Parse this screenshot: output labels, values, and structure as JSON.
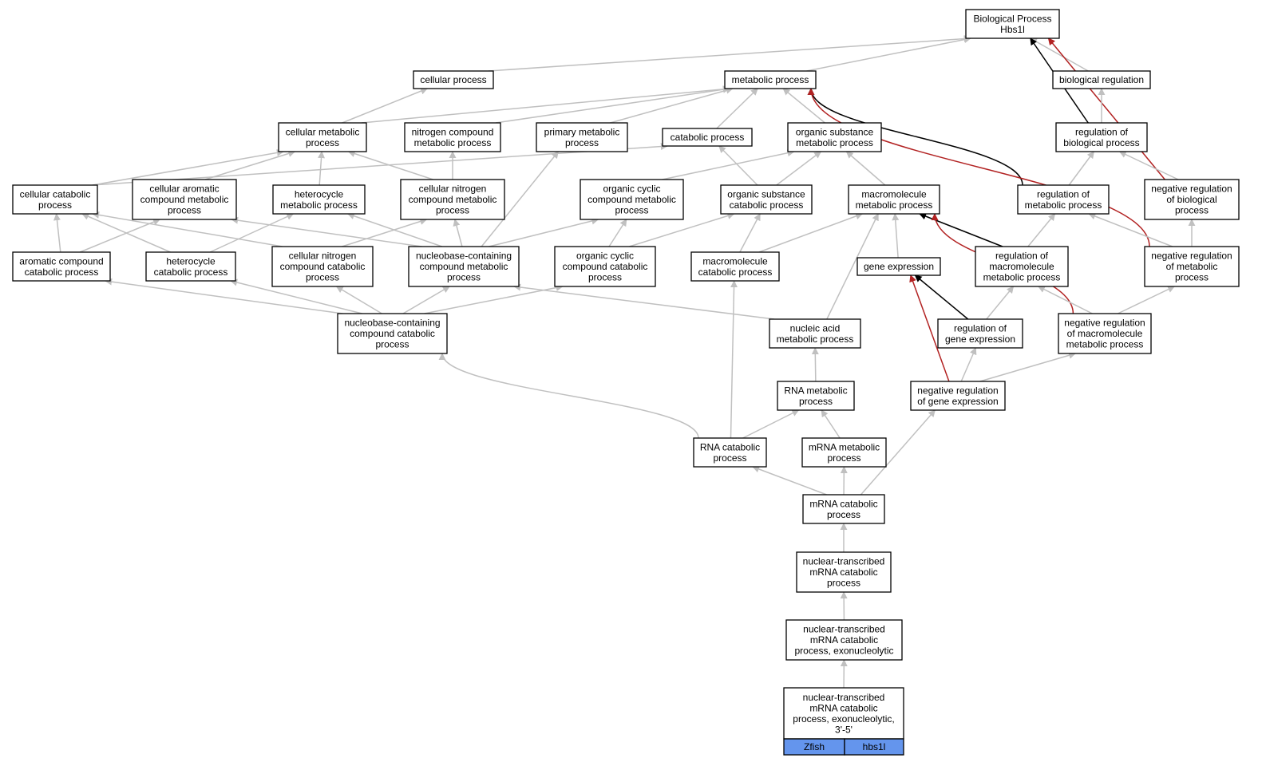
{
  "nodes": [
    {
      "id": "bp",
      "lines": [
        "Biological Process",
        "Hbs1l"
      ]
    },
    {
      "id": "cp",
      "lines": [
        "cellular process"
      ]
    },
    {
      "id": "mp",
      "lines": [
        "metabolic process"
      ]
    },
    {
      "id": "br",
      "lines": [
        "biological regulation"
      ]
    },
    {
      "id": "cmp",
      "lines": [
        "cellular metabolic",
        "process"
      ]
    },
    {
      "id": "ncmp",
      "lines": [
        "nitrogen compound",
        "metabolic process"
      ]
    },
    {
      "id": "pmp",
      "lines": [
        "primary metabolic",
        "process"
      ]
    },
    {
      "id": "catp",
      "lines": [
        "catabolic process"
      ]
    },
    {
      "id": "osmp",
      "lines": [
        "organic substance",
        "metabolic process"
      ]
    },
    {
      "id": "rbp",
      "lines": [
        "regulation of",
        "biological process"
      ]
    },
    {
      "id": "ccp",
      "lines": [
        "cellular catabolic",
        "process"
      ]
    },
    {
      "id": "cacmp",
      "lines": [
        "cellular aromatic",
        "compound metabolic",
        "process"
      ]
    },
    {
      "id": "hmp",
      "lines": [
        "heterocycle",
        "metabolic process"
      ]
    },
    {
      "id": "cncmp",
      "lines": [
        "cellular nitrogen",
        "compound metabolic",
        "process"
      ]
    },
    {
      "id": "occmp",
      "lines": [
        "organic cyclic",
        "compound metabolic",
        "process"
      ]
    },
    {
      "id": "oscp",
      "lines": [
        "organic substance",
        "catabolic process"
      ]
    },
    {
      "id": "macmp",
      "lines": [
        "macromolecule",
        "metabolic process"
      ]
    },
    {
      "id": "rmp",
      "lines": [
        "regulation of",
        "metabolic process"
      ]
    },
    {
      "id": "nrbp",
      "lines": [
        "negative regulation",
        "of biological",
        "process"
      ]
    },
    {
      "id": "accp",
      "lines": [
        "aromatic compound",
        "catabolic process"
      ]
    },
    {
      "id": "hcp",
      "lines": [
        "heterocycle",
        "catabolic process"
      ]
    },
    {
      "id": "cnccp",
      "lines": [
        "cellular nitrogen",
        "compound catabolic",
        "process"
      ]
    },
    {
      "id": "nbcmp",
      "lines": [
        "nucleobase-containing",
        "compound metabolic",
        "process"
      ]
    },
    {
      "id": "occcp",
      "lines": [
        "organic cyclic",
        "compound catabolic",
        "process"
      ]
    },
    {
      "id": "maccp",
      "lines": [
        "macromolecule",
        "catabolic process"
      ]
    },
    {
      "id": "ge",
      "lines": [
        "gene expression"
      ]
    },
    {
      "id": "rmmp",
      "lines": [
        "regulation of",
        "macromolecule",
        "metabolic process"
      ]
    },
    {
      "id": "nrmp",
      "lines": [
        "negative regulation",
        "of metabolic",
        "process"
      ]
    },
    {
      "id": "nbccp",
      "lines": [
        "nucleobase-containing",
        "compound catabolic",
        "process"
      ]
    },
    {
      "id": "namp",
      "lines": [
        "nucleic acid",
        "metabolic process"
      ]
    },
    {
      "id": "rge",
      "lines": [
        "regulation of",
        "gene expression"
      ]
    },
    {
      "id": "nrmmp",
      "lines": [
        "negative regulation",
        "of macromolecule",
        "metabolic process"
      ]
    },
    {
      "id": "rnamp",
      "lines": [
        "RNA metabolic",
        "process"
      ]
    },
    {
      "id": "nrge",
      "lines": [
        "negative regulation",
        "of gene expression"
      ]
    },
    {
      "id": "rnacp",
      "lines": [
        "RNA catabolic",
        "process"
      ]
    },
    {
      "id": "mrnamp",
      "lines": [
        "mRNA metabolic",
        "process"
      ]
    },
    {
      "id": "mrnacp",
      "lines": [
        "mRNA catabolic",
        "process"
      ]
    },
    {
      "id": "ntmcp",
      "lines": [
        "nuclear-transcribed",
        "mRNA catabolic",
        "process"
      ]
    },
    {
      "id": "ntmcpe",
      "lines": [
        "nuclear-transcribed",
        "mRNA catabolic",
        "process, exonucleolytic"
      ]
    },
    {
      "id": "ntmcpe35",
      "lines": [
        "nuclear-transcribed",
        "mRNA catabolic",
        "process, exonucleolytic,",
        "3'-5'"
      ]
    }
  ],
  "annotation": {
    "species": "Zfish",
    "gene": "hbs1l",
    "color": "#6495ed"
  },
  "edge_colors": {
    "is_a": "#c0c0c0",
    "regulates": "#000000",
    "negatively_regulates": "#b22222"
  },
  "edges": [
    {
      "from": "cp",
      "to": "bp",
      "type": "is_a"
    },
    {
      "from": "mp",
      "to": "bp",
      "type": "is_a"
    },
    {
      "from": "br",
      "to": "bp",
      "type": "is_a"
    },
    {
      "from": "rbp",
      "to": "bp",
      "type": "regulates"
    },
    {
      "from": "nrbp",
      "to": "bp",
      "type": "negatively_regulates"
    },
    {
      "from": "cmp",
      "to": "cp",
      "type": "is_a"
    },
    {
      "from": "cmp",
      "to": "mp",
      "type": "is_a"
    },
    {
      "from": "ncmp",
      "to": "mp",
      "type": "is_a"
    },
    {
      "from": "pmp",
      "to": "mp",
      "type": "is_a"
    },
    {
      "from": "catp",
      "to": "mp",
      "type": "is_a"
    },
    {
      "from": "osmp",
      "to": "mp",
      "type": "is_a"
    },
    {
      "from": "rmp",
      "to": "mp",
      "type": "regulates"
    },
    {
      "from": "nrmp",
      "to": "mp",
      "type": "negatively_regulates"
    },
    {
      "from": "rbp",
      "to": "br",
      "type": "is_a"
    },
    {
      "from": "rmp",
      "to": "rbp",
      "type": "is_a"
    },
    {
      "from": "nrbp",
      "to": "rbp",
      "type": "is_a"
    },
    {
      "from": "nrmp",
      "to": "nrbp",
      "type": "is_a"
    },
    {
      "from": "ccp",
      "to": "cmp",
      "type": "is_a"
    },
    {
      "from": "ccp",
      "to": "catp",
      "type": "is_a"
    },
    {
      "from": "cacmp",
      "to": "cmp",
      "type": "is_a"
    },
    {
      "from": "hmp",
      "to": "cmp",
      "type": "is_a"
    },
    {
      "from": "cncmp",
      "to": "cmp",
      "type": "is_a"
    },
    {
      "from": "cncmp",
      "to": "ncmp",
      "type": "is_a"
    },
    {
      "from": "nbcmp",
      "to": "pmp",
      "type": "is_a"
    },
    {
      "from": "occmp",
      "to": "osmp",
      "type": "is_a"
    },
    {
      "from": "oscp",
      "to": "osmp",
      "type": "is_a"
    },
    {
      "from": "oscp",
      "to": "catp",
      "type": "is_a"
    },
    {
      "from": "macmp",
      "to": "osmp",
      "type": "is_a"
    },
    {
      "from": "accp",
      "to": "ccp",
      "type": "is_a"
    },
    {
      "from": "accp",
      "to": "cacmp",
      "type": "is_a"
    },
    {
      "from": "hcp",
      "to": "ccp",
      "type": "is_a"
    },
    {
      "from": "hcp",
      "to": "hmp",
      "type": "is_a"
    },
    {
      "from": "cnccp",
      "to": "ccp",
      "type": "is_a"
    },
    {
      "from": "cnccp",
      "to": "cncmp",
      "type": "is_a"
    },
    {
      "from": "nbcmp",
      "to": "cacmp",
      "type": "is_a"
    },
    {
      "from": "nbcmp",
      "to": "hmp",
      "type": "is_a"
    },
    {
      "from": "nbcmp",
      "to": "cncmp",
      "type": "is_a"
    },
    {
      "from": "nbcmp",
      "to": "occmp",
      "type": "is_a"
    },
    {
      "from": "occcp",
      "to": "occmp",
      "type": "is_a"
    },
    {
      "from": "occcp",
      "to": "oscp",
      "type": "is_a"
    },
    {
      "from": "maccp",
      "to": "oscp",
      "type": "is_a"
    },
    {
      "from": "maccp",
      "to": "macmp",
      "type": "is_a"
    },
    {
      "from": "ge",
      "to": "macmp",
      "type": "is_a"
    },
    {
      "from": "namp",
      "to": "macmp",
      "type": "is_a"
    },
    {
      "from": "rmmp",
      "to": "macmp",
      "type": "regulates"
    },
    {
      "from": "rmmp",
      "to": "rmp",
      "type": "is_a"
    },
    {
      "from": "nrmmp",
      "to": "macmp",
      "type": "negatively_regulates"
    },
    {
      "from": "nrmmp",
      "to": "rmmp",
      "type": "is_a"
    },
    {
      "from": "nrmmp",
      "to": "nrmp",
      "type": "is_a"
    },
    {
      "from": "nrmp",
      "to": "rmp",
      "type": "is_a"
    },
    {
      "from": "nbccp",
      "to": "accp",
      "type": "is_a"
    },
    {
      "from": "nbccp",
      "to": "hcp",
      "type": "is_a"
    },
    {
      "from": "nbccp",
      "to": "cnccp",
      "type": "is_a"
    },
    {
      "from": "nbccp",
      "to": "nbcmp",
      "type": "is_a"
    },
    {
      "from": "nbccp",
      "to": "occcp",
      "type": "is_a"
    },
    {
      "from": "namp",
      "to": "nbcmp",
      "type": "is_a"
    },
    {
      "from": "rge",
      "to": "ge",
      "type": "regulates"
    },
    {
      "from": "rge",
      "to": "rmmp",
      "type": "is_a"
    },
    {
      "from": "nrge",
      "to": "ge",
      "type": "negatively_regulates"
    },
    {
      "from": "nrge",
      "to": "rge",
      "type": "is_a"
    },
    {
      "from": "nrge",
      "to": "nrmmp",
      "type": "is_a"
    },
    {
      "from": "rnamp",
      "to": "namp",
      "type": "is_a"
    },
    {
      "from": "rnacp",
      "to": "rnamp",
      "type": "is_a"
    },
    {
      "from": "rnacp",
      "to": "nbccp",
      "type": "is_a"
    },
    {
      "from": "rnacp",
      "to": "maccp",
      "type": "is_a"
    },
    {
      "from": "mrnamp",
      "to": "rnamp",
      "type": "is_a"
    },
    {
      "from": "mrnacp",
      "to": "rnacp",
      "type": "is_a"
    },
    {
      "from": "mrnacp",
      "to": "mrnamp",
      "type": "is_a"
    },
    {
      "from": "mrnacp",
      "to": "nrge",
      "type": "is_a"
    },
    {
      "from": "ntmcp",
      "to": "mrnacp",
      "type": "is_a"
    },
    {
      "from": "ntmcpe",
      "to": "ntmcp",
      "type": "is_a"
    },
    {
      "from": "ntmcpe35",
      "to": "ntmcpe",
      "type": "is_a"
    }
  ]
}
